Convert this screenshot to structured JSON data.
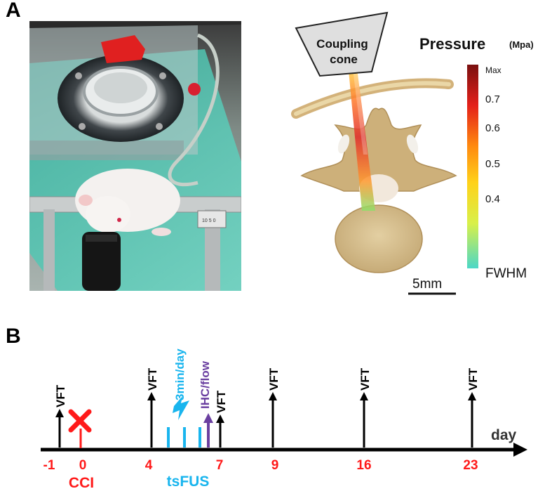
{
  "panel_a": {
    "label": "A",
    "schematic": {
      "cone_label_line1": "Coupling",
      "cone_label_line2": "cone",
      "pressure_title": "Pressure",
      "pressure_unit": "(Mpa)",
      "colorbar_ticks": [
        "Max",
        "0.7",
        "0.6",
        "0.5",
        "0.4"
      ],
      "colorbar_bottom": "FWHM",
      "scale_bar_label": "5mm"
    },
    "photo": {
      "ruler_text": "10 5 0"
    }
  },
  "panel_b": {
    "label": "B",
    "axis_label": "day",
    "tick_labels": [
      "-1",
      "0",
      "4",
      "7",
      "9",
      "16",
      "23"
    ],
    "vft_label": "VFT",
    "vft_count": 6,
    "injury_label": "CCI",
    "treatment_label": "tsFUS",
    "treatment_dose": "3min/day",
    "endpoint_label": "IHC/flow",
    "colors": {
      "red": "#ff1a1a",
      "blue": "#19b5ee",
      "purple": "#6a3fa0",
      "black": "#000000"
    }
  }
}
